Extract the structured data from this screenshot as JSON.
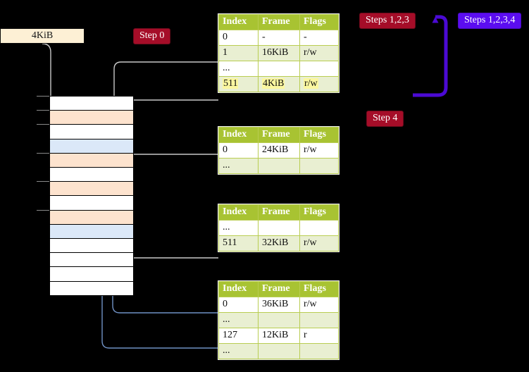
{
  "diagram": {
    "title_badges": [
      {
        "id": "step-0",
        "label": "Step 0",
        "color": "#a50d28",
        "style": "red"
      },
      {
        "id": "steps-123",
        "label": "Steps 1,2,3",
        "color": "#a50d28",
        "style": "red"
      },
      {
        "id": "steps-1234",
        "label": "Steps 1,2,3,4",
        "color": "#5b0df0",
        "style": "violet"
      },
      {
        "id": "step-4",
        "label": "Step 4",
        "color": "#a50d28",
        "style": "red"
      }
    ],
    "memory_label": "4KiB",
    "memory_rows": [
      {
        "index": 0,
        "fill": "white",
        "color": "#ffffff",
        "tick": true
      },
      {
        "index": 1,
        "fill": "orange",
        "color": "#fde3ce",
        "tick": true
      },
      {
        "index": 2,
        "fill": "white",
        "color": "#ffffff",
        "tick": true
      },
      {
        "index": 3,
        "fill": "blue",
        "color": "#dbe8f8",
        "tick": false
      },
      {
        "index": 4,
        "fill": "orange",
        "color": "#fde3ce",
        "tick": true
      },
      {
        "index": 5,
        "fill": "white",
        "color": "#ffffff",
        "tick": false
      },
      {
        "index": 6,
        "fill": "orange",
        "color": "#fde3ce",
        "tick": true
      },
      {
        "index": 7,
        "fill": "white",
        "color": "#ffffff",
        "tick": false
      },
      {
        "index": 8,
        "fill": "orange",
        "color": "#fde3ce",
        "tick": true
      },
      {
        "index": 9,
        "fill": "blue",
        "color": "#dbe8f8",
        "tick": false
      },
      {
        "index": 10,
        "fill": "white",
        "color": "#ffffff",
        "tick": false
      },
      {
        "index": 11,
        "fill": "white",
        "color": "#ffffff",
        "tick": false
      },
      {
        "index": 12,
        "fill": "white",
        "color": "#ffffff",
        "tick": false
      },
      {
        "index": 13,
        "fill": "white",
        "color": "#ffffff",
        "tick": false
      }
    ],
    "table_header": [
      "Index",
      "Frame",
      "Flags"
    ],
    "tables": [
      {
        "id": "level-4-table",
        "rows": [
          {
            "index": "0",
            "frame": "-",
            "flags": "-",
            "style": "plain",
            "highlight": false
          },
          {
            "index": "1",
            "frame": "16KiB",
            "flags": "r/w",
            "style": "alt",
            "highlight": false
          },
          {
            "index": "...",
            "frame": "",
            "flags": "",
            "style": "plain",
            "highlight": false
          },
          {
            "index": "511",
            "frame": "4KiB",
            "flags": "r/w",
            "style": "alt",
            "highlight": true
          }
        ]
      },
      {
        "id": "level-3-table",
        "rows": [
          {
            "index": "0",
            "frame": "24KiB",
            "flags": "r/w",
            "style": "plain",
            "highlight": false
          },
          {
            "index": "...",
            "frame": "",
            "flags": "",
            "style": "alt",
            "highlight": false
          }
        ]
      },
      {
        "id": "level-2-table",
        "rows": [
          {
            "index": "...",
            "frame": "",
            "flags": "",
            "style": "plain",
            "highlight": false
          },
          {
            "index": "511",
            "frame": "32KiB",
            "flags": "r/w",
            "style": "alt",
            "highlight": false
          }
        ]
      },
      {
        "id": "level-1-table",
        "rows": [
          {
            "index": "0",
            "frame": "36KiB",
            "flags": "r/w",
            "style": "plain",
            "highlight": false
          },
          {
            "index": "...",
            "frame": "",
            "flags": "",
            "style": "alt",
            "highlight": false
          },
          {
            "index": "127",
            "frame": "12KiB",
            "flags": "r",
            "style": "plain",
            "highlight": false
          },
          {
            "index": "...",
            "frame": "",
            "flags": "",
            "style": "alt",
            "highlight": false
          }
        ]
      }
    ],
    "connector_colors": {
      "grey": "#c8c8c8",
      "blue": "#6f91c4",
      "violet": "#5b0df0"
    }
  }
}
